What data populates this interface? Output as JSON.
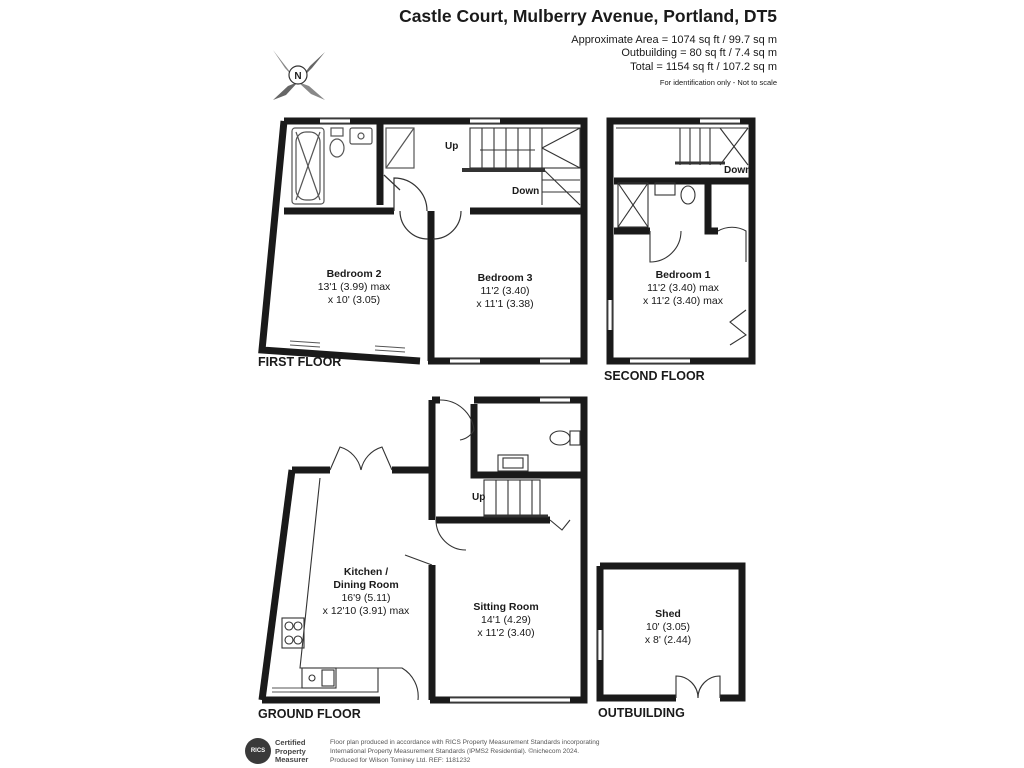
{
  "header": {
    "title": "Castle Court, Mulberry Avenue, Portland, DT5",
    "approx_area": "Approximate Area = 1074 sq ft / 99.7 sq m",
    "outbuilding": "Outbuilding = 80 sq ft / 7.4 sq m",
    "total": "Total = 1154 sq ft / 107.2 sq m",
    "note": "For identification only - Not to scale"
  },
  "compass": {
    "label": "N"
  },
  "floors": {
    "first": "FIRST FLOOR",
    "second": "SECOND FLOOR",
    "ground": "GROUND FLOOR",
    "outbuilding": "OUTBUILDING"
  },
  "rooms": {
    "bedroom2": {
      "name": "Bedroom 2",
      "dim1": "13'1 (3.99) max",
      "dim2": "x 10' (3.05)"
    },
    "bedroom3": {
      "name": "Bedroom 3",
      "dim1": "11'2 (3.40)",
      "dim2": "x 11'1 (3.38)"
    },
    "bedroom1": {
      "name": "Bedroom 1",
      "dim1": "11'2 (3.40) max",
      "dim2": "x 11'2 (3.40) max"
    },
    "kitchen": {
      "name": "Kitchen /",
      "name2": "Dining Room",
      "dim1": "16'9 (5.11)",
      "dim2": "x 12'10 (3.91) max"
    },
    "sitting": {
      "name": "Sitting Room",
      "dim1": "14'1 (4.29)",
      "dim2": "x 11'2 (3.40)"
    },
    "shed": {
      "name": "Shed",
      "dim1": "10' (3.05)",
      "dim2": "x 8' (2.44)"
    }
  },
  "stairs": {
    "first_up": "Up",
    "first_down": "Down",
    "second_down": "Down",
    "ground_up": "Up"
  },
  "footer": {
    "badge_logo": "RICS",
    "badge_line1": "Certified",
    "badge_line2": "Property",
    "badge_line3": "Measurer",
    "line1": "Floor plan produced in accordance with RICS Property Measurement Standards incorporating",
    "line2": "International Property Measurement Standards (IPMS2 Residential). ©nichecom 2024.",
    "line3": "Produced for Wilson Tominey Ltd.  REF: 1181232"
  },
  "colors": {
    "wall": "#1a1a1a",
    "fixture": "#555555",
    "background": "#ffffff"
  }
}
